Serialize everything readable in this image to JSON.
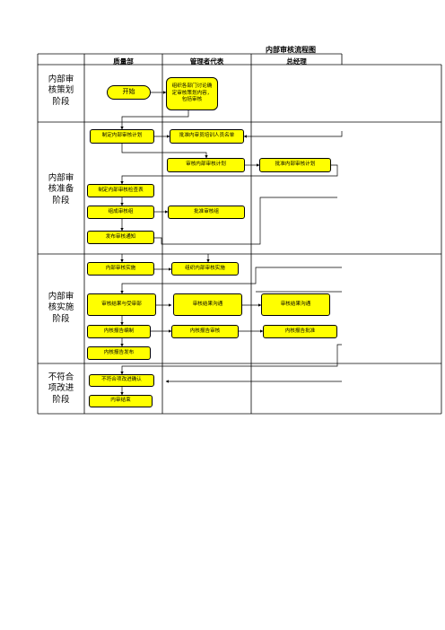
{
  "title": "内部审核流程图",
  "columns": [
    "质量部",
    "管理者代表",
    "总经理"
  ],
  "phases": [
    {
      "label": "内部审核策划阶段",
      "lines": [
        "内部审",
        "核策划",
        "阶段"
      ]
    },
    {
      "label": "内部审核准备阶段",
      "lines": [
        "内部审",
        "核准备",
        "阶段"
      ]
    },
    {
      "label": "内部审核实施阶段",
      "lines": [
        "内部审",
        "核实施",
        "阶段"
      ]
    },
    {
      "label": "不符合项改进阶段",
      "lines": [
        "不符合",
        "项改进",
        "阶段"
      ]
    }
  ],
  "nodes": {
    "start": "开始",
    "organize": "组织各部门讨论确定审核策划内容，包括审核",
    "make_plan": "制定内部审核计划",
    "approve_auditors": "批准内审员培训人员名单",
    "review_plan": "审核内部审核计划",
    "approve_plan": "批准内部审核计划",
    "checklist": "制定内部审核检查表",
    "form_team": "组成审核组",
    "approve_team": "批准审核组",
    "notice": "发布审核通知",
    "implement": "内部审核实施",
    "organize_implement": "组织内部审核实施",
    "communicate_q": "审核结果与受审部",
    "communicate_m": "审核结果沟通",
    "communicate_g": "审核结果沟通",
    "report_write": "内核报告编制",
    "report_review": "内核报告审核",
    "report_approve": "内核报告批准",
    "report_publish": "内核报告发布",
    "nc_confirm": "不符合项改进确认",
    "end": "内审结束"
  },
  "colors": {
    "node_fill": "#ffff00",
    "line": "#000000"
  }
}
